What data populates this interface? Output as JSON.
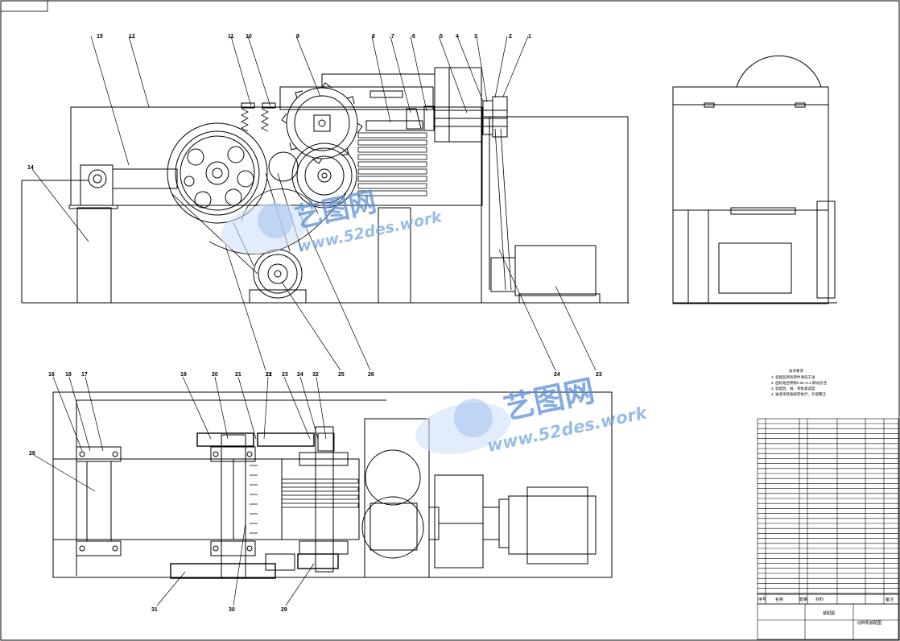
{
  "drawing": {
    "front_view_callouts": [
      "15",
      "12",
      "11",
      "10",
      "9",
      "8",
      "7",
      "6",
      "5",
      "4",
      "3",
      "2",
      "1",
      "14",
      "21",
      "25",
      "26",
      "24",
      "23"
    ],
    "plan_view_callouts": [
      "16",
      "18",
      "17",
      "28",
      "19",
      "20",
      "21",
      "22",
      "23",
      "24",
      "32",
      "31",
      "30",
      "29"
    ],
    "notes": {
      "heading": "技术要求",
      "lines": [
        "1. 装配前所有零件清洗干净",
        "2. 齿轮啮合侧隙0.05~0.1,转动灵活",
        "3. 装配后，链、带松紧适度",
        "4. 油漆涂装按规定执行，外观整洁"
      ]
    },
    "watermark": {
      "brand": "艺图网",
      "url": "www.52des.work"
    },
    "title_block": {
      "header": [
        "序号",
        "名称",
        "数量",
        "材料",
        "备注"
      ],
      "assembly_name": "装配图",
      "drawing_title": "切碎机装配图"
    }
  }
}
